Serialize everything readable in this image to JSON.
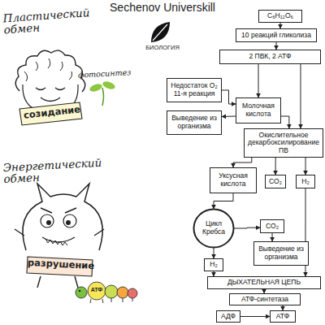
{
  "diagram": {
    "title": "Sechenov Universkill",
    "nodes": [
      {
        "text": [
          "C₆H₁₂O₆"
        ]
      },
      {
        "text": [
          "10 реакций гликолиза"
        ]
      },
      {
        "text": [
          "2 ПВК, 2 АТФ"
        ]
      },
      {
        "text": [
          "Недостаток O₂ 11-я реакция"
        ]
      },
      {
        "text": [
          "Молочная кислота"
        ]
      },
      {
        "text": [
          "Выведение из организма"
        ]
      },
      {
        "text": [
          "Окислительное декарбоксилирование ПВ"
        ]
      },
      {
        "text": [
          "Уксусная кислота"
        ]
      },
      {
        "text": [
          "CO₂"
        ]
      },
      {
        "text": [
          "H₂"
        ]
      },
      {
        "text": [
          "Цикл Кребса"
        ]
      },
      {
        "text": [
          "CO₂"
        ]
      },
      {
        "text": [
          "Выведение из организма"
        ]
      },
      {
        "text": [
          "H₂"
        ]
      },
      {
        "text": [
          "ДЫХАТЕЛЬНАЯ ЦЕПЬ"
        ]
      },
      {
        "text": [
          "АТФ-синтетаза"
        ]
      },
      {
        "text": [
          "АДФ"
        ]
      },
      {
        "text": [
          "АТФ"
        ]
      }
    ],
    "edges": [
      {
        "from": 0,
        "to": 1,
        "arrow": "to"
      },
      {
        "from": 1,
        "to": 2,
        "arrow": "to"
      },
      {
        "from": 2,
        "to": 4,
        "arrow": "to"
      },
      {
        "from": 3,
        "to": 4,
        "arrow": "to"
      },
      {
        "from": 4,
        "to": 5,
        "arrow": "to"
      },
      {
        "from": 2,
        "to": 6,
        "arrow": "to"
      },
      {
        "from": 4,
        "to": 6,
        "arrow": "to"
      },
      {
        "from": 6,
        "to": 7,
        "arrow": "to"
      },
      {
        "from": 6,
        "to": 8,
        "arrow": "to"
      },
      {
        "from": 6,
        "to": 9,
        "arrow": "to"
      },
      {
        "from": 7,
        "to": 10,
        "arrow": "to"
      },
      {
        "from": 10,
        "to": 11,
        "arrow": "to"
      },
      {
        "from": 11,
        "to": 12,
        "arrow": "to"
      },
      {
        "from": 10,
        "to": 13,
        "arrow": "to"
      },
      {
        "from": 13,
        "to": 14,
        "arrow": "to"
      },
      {
        "from": 9,
        "to": 14,
        "arrow": "to"
      },
      {
        "from": 14,
        "to": 15,
        "arrow": "to"
      },
      {
        "from": 15,
        "to": 17,
        "arrow": "to"
      },
      {
        "from": 16,
        "to": 17,
        "arrow": "to"
      }
    ],
    "labels": [
      "БИОЛОГИЯ",
      "Пластический обмен",
      "созидание",
      "фотосинтез",
      "Энергетический обмен",
      "разрушение",
      "АТФ"
    ]
  }
}
